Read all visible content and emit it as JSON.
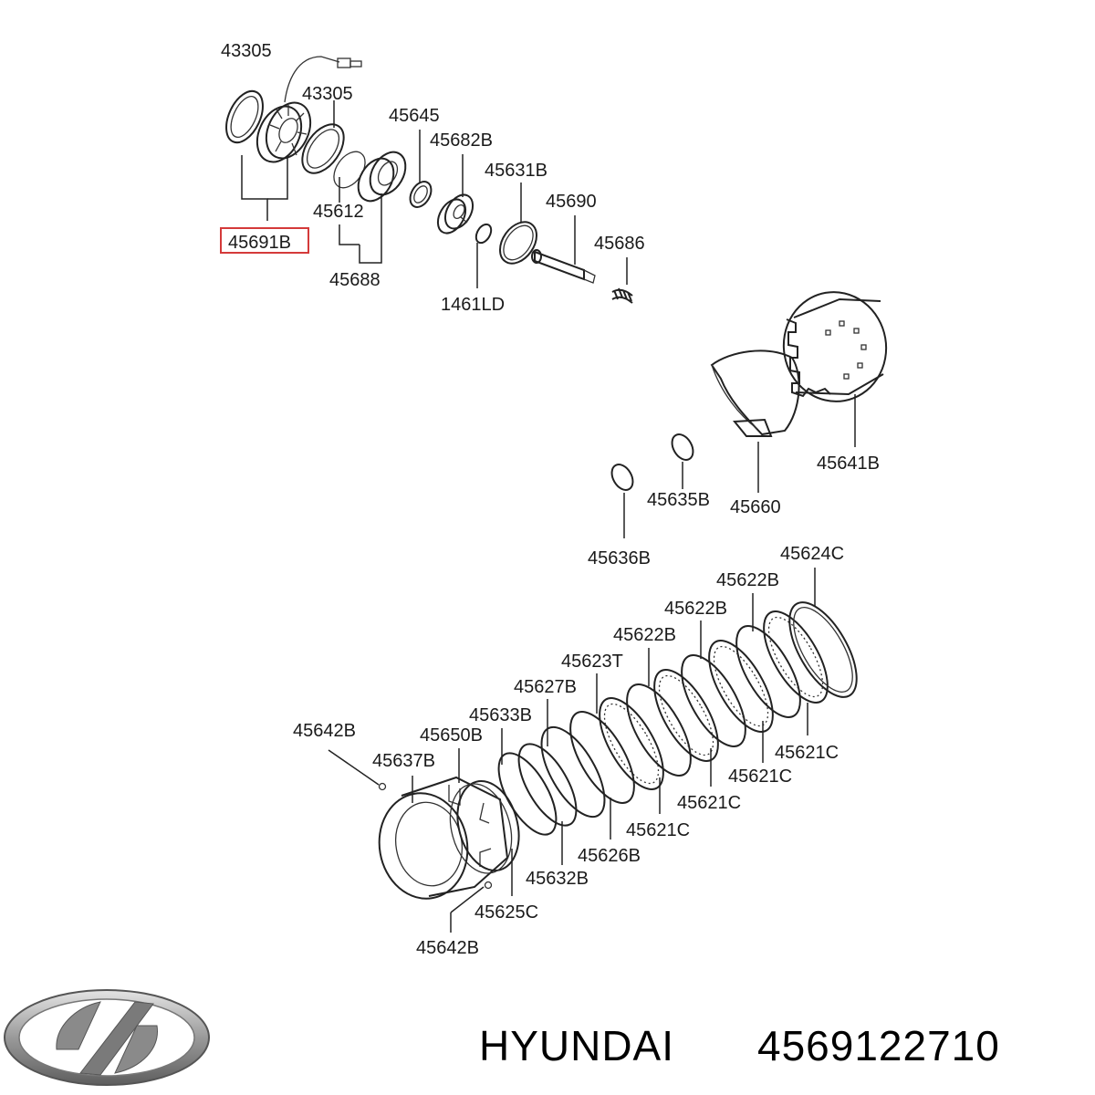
{
  "diagram": {
    "labels": [
      {
        "id": "l43305a",
        "text": "43305"
      },
      {
        "id": "l43305b",
        "text": "43305"
      },
      {
        "id": "l45645",
        "text": "45645"
      },
      {
        "id": "l45682B",
        "text": "45682B"
      },
      {
        "id": "l45631B",
        "text": "45631B"
      },
      {
        "id": "l45690",
        "text": "45690"
      },
      {
        "id": "l45686",
        "text": "45686"
      },
      {
        "id": "l45612",
        "text": "45612"
      },
      {
        "id": "l45691B",
        "text": "45691B"
      },
      {
        "id": "l45688",
        "text": "45688"
      },
      {
        "id": "l1461LD",
        "text": "1461LD"
      },
      {
        "id": "l45641B",
        "text": "45641B"
      },
      {
        "id": "l45635B",
        "text": "45635B"
      },
      {
        "id": "l45660",
        "text": "45660"
      },
      {
        "id": "l45636B",
        "text": "45636B"
      },
      {
        "id": "l45624C",
        "text": "45624C"
      },
      {
        "id": "l45622Ba",
        "text": "45622B"
      },
      {
        "id": "l45622Bb",
        "text": "45622B"
      },
      {
        "id": "l45622Bc",
        "text": "45622B"
      },
      {
        "id": "l45623T",
        "text": "45623T"
      },
      {
        "id": "l45627B",
        "text": "45627B"
      },
      {
        "id": "l45633B",
        "text": "45633B"
      },
      {
        "id": "l45642Ba",
        "text": "45642B"
      },
      {
        "id": "l45650B",
        "text": "45650B"
      },
      {
        "id": "l45637B",
        "text": "45637B"
      },
      {
        "id": "l45621Ca",
        "text": "45621C"
      },
      {
        "id": "l45621Cb",
        "text": "45621C"
      },
      {
        "id": "l45621Cc",
        "text": "45621C"
      },
      {
        "id": "l45621Cd",
        "text": "45621C"
      },
      {
        "id": "l45626B",
        "text": "45626B"
      },
      {
        "id": "l45632B",
        "text": "45632B"
      },
      {
        "id": "l45625C",
        "text": "45625C"
      },
      {
        "id": "l45642Bb",
        "text": "45642B"
      }
    ],
    "highlighted_part": "45691B",
    "highlight_color": "#d43a3a"
  },
  "footer": {
    "brand": "HYUNDAI",
    "part_number": "4569122710",
    "logo": "hyundai-logo-icon"
  }
}
